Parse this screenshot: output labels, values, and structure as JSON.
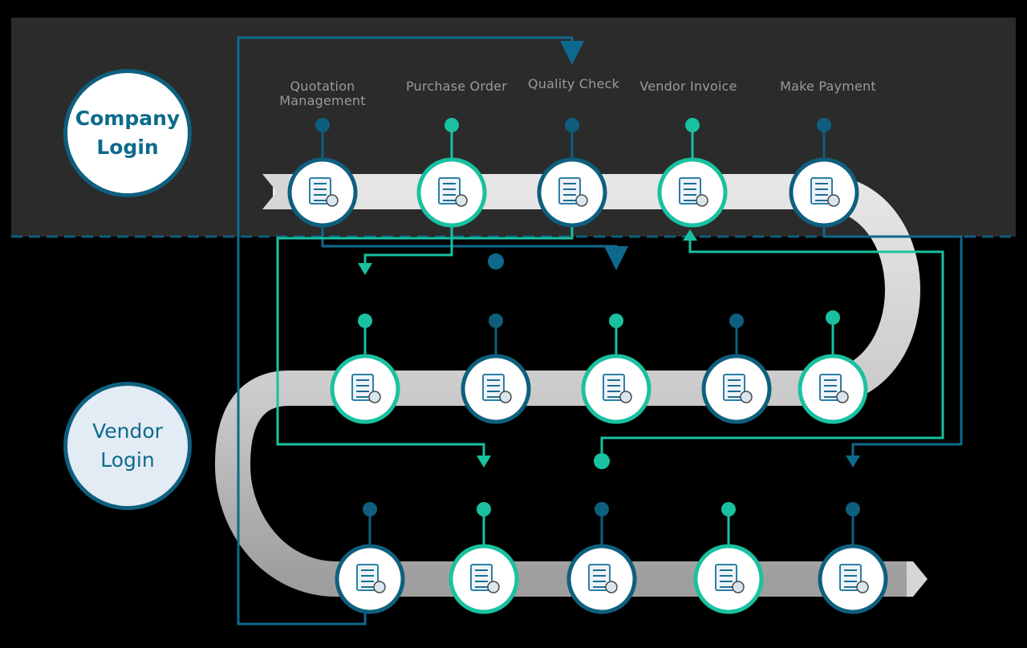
{
  "roles": {
    "company": "Company\nLogin",
    "vendor": "Vendor\nLogin"
  },
  "company_stages": [
    {
      "label": "Quotation\nManagement",
      "icon": "spreadsheet-icon"
    },
    {
      "label": "Purchase\nOrder",
      "icon": "purchase-order-icon"
    },
    {
      "label": "Quality Check",
      "icon": "quality-check-worker-icon"
    },
    {
      "label": "Vendor Invoice",
      "icon": "invoice-manager-icon"
    },
    {
      "label": "Make Payment",
      "icon": "payment-hand-icon"
    }
  ],
  "vendor_row1_icons": [
    "checklist-approved-icon",
    "document-return-icon",
    "document-reply-icon",
    "vendor-clipboard-icon",
    "vendor-contract-icon"
  ],
  "vendor_row2_icons": [
    "delivery-truck-icon",
    "warehouse-worker-icon",
    "tablet-icon",
    "tablet-search-icon",
    "payment-search-icon"
  ],
  "colors": {
    "teal": "#19c1a0",
    "blue": "#0e5f7e",
    "company_band": "#2b2b2b",
    "track": "#c8c8c8",
    "vendor_circle": "#e3ecf5"
  }
}
